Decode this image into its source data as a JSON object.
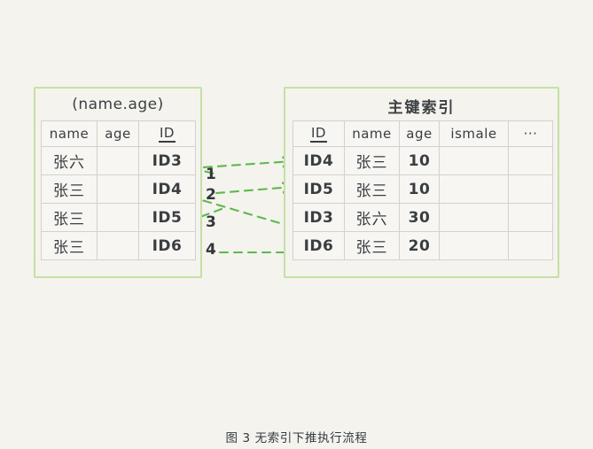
{
  "background_color": "#f4f3ee",
  "accent_color": "#5fb84f",
  "panel_border_color": "#c5e0a5",
  "left_panel": {
    "name": "secondary-index-panel",
    "title": "(name.age)",
    "columns": [
      "name",
      "age",
      "ID"
    ],
    "underlined_columns": [
      "ID"
    ],
    "rows": [
      {
        "name": "张六",
        "age": "",
        "id": "ID3"
      },
      {
        "name": "张三",
        "age": "",
        "id": "ID4"
      },
      {
        "name": "张三",
        "age": "",
        "id": "ID5"
      },
      {
        "name": "张三",
        "age": "",
        "id": "ID6"
      }
    ]
  },
  "right_panel": {
    "name": "primary-key-index-panel",
    "title": "主键索引",
    "columns": [
      "ID",
      "name",
      "age",
      "ismale",
      "···"
    ],
    "underlined_columns": [
      "ID"
    ],
    "rows": [
      {
        "id": "ID4",
        "name": "张三",
        "age": "10",
        "ismale": "",
        "more": ""
      },
      {
        "id": "ID5",
        "name": "张三",
        "age": "10",
        "ismale": "",
        "more": ""
      },
      {
        "id": "ID3",
        "name": "张六",
        "age": "30",
        "ismale": "",
        "more": ""
      },
      {
        "id": "ID6",
        "name": "张三",
        "age": "20",
        "ismale": "",
        "more": ""
      }
    ]
  },
  "steps": [
    {
      "label": "1",
      "from_row": "ID3",
      "to_row": "ID3"
    },
    {
      "label": "2",
      "from_row": "ID4",
      "to_row": "ID4"
    },
    {
      "label": "3",
      "from_row": "ID5",
      "to_row": "ID5"
    },
    {
      "label": "4",
      "from_row": "ID6",
      "to_row": "ID6"
    }
  ],
  "caption": "图 3 无索引下推执行流程"
}
